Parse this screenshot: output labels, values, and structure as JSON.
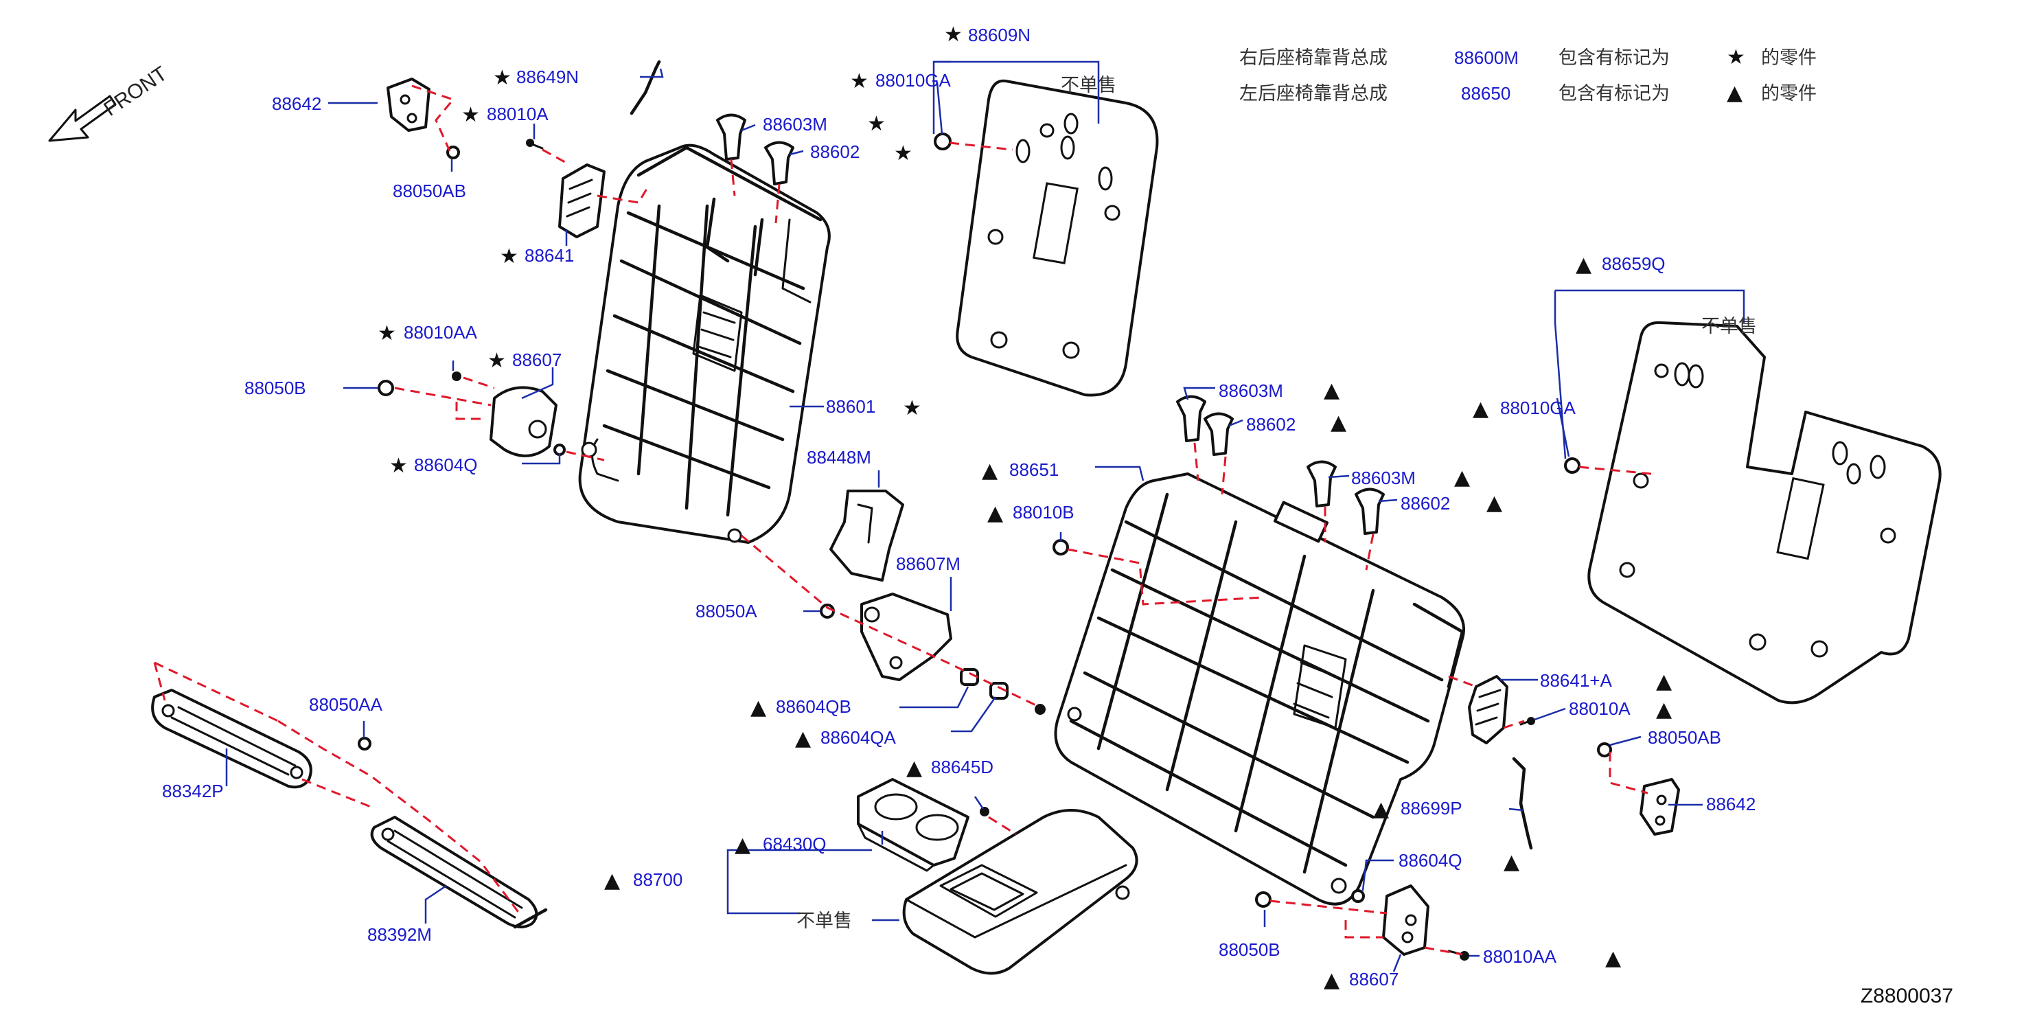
{
  "diagram_code": "Z8800037",
  "front_label": "FRONT",
  "legend": [
    {
      "name": "右后座椅靠背总成",
      "part": "88600M",
      "text": "包含有标记为",
      "marker": "★",
      "suffix": "的零件"
    },
    {
      "name": "左后座椅靠背总成",
      "part": "88650",
      "text": "包含有标记为",
      "marker": "▲",
      "suffix": "的零件"
    }
  ],
  "not_sold": "不单售",
  "markers": {
    "star": "★",
    "triangle": "▲"
  },
  "parts": {
    "p88642_l": "88642",
    "p88050ab_l": "88050AB",
    "p88649n": "88649N",
    "p88010a_l": "88010A",
    "p88641": "88641",
    "p88603m_l": "88603M",
    "p88602_l": "88602",
    "p88609n": "88609N",
    "p88010ga_l": "88010GA",
    "p88010aa_l": "88010AA",
    "p88607_l": "88607",
    "p88050b_l": "88050B",
    "p88604q_l": "88604Q",
    "p88601": "88601",
    "p88448m": "88448M",
    "p88607m": "88607M",
    "p88050a": "88050A",
    "p88604qb": "88604QB",
    "p88604qa": "88604QA",
    "p88050aa": "88050AA",
    "p88342p": "88342P",
    "p88392m": "88392M",
    "p88645d": "88645D",
    "p68430q": "68430Q",
    "p88700": "88700",
    "p88603m_r1": "88603M",
    "p88602_r1": "88602",
    "p88651": "88651",
    "p88010b": "88010B",
    "p88603m_r2": "88603M",
    "p88602_r2": "88602",
    "p88659q": "88659Q",
    "p88010ga_r": "88010GA",
    "p88641a": "88641+A",
    "p88010a_r": "88010A",
    "p88050ab_r": "88050AB",
    "p88642_r": "88642",
    "p88699p": "88699P",
    "p88604q_r": "88604Q",
    "p88050b_r": "88050B",
    "p88010aa_r": "88010AA",
    "p88607_r": "88607"
  }
}
